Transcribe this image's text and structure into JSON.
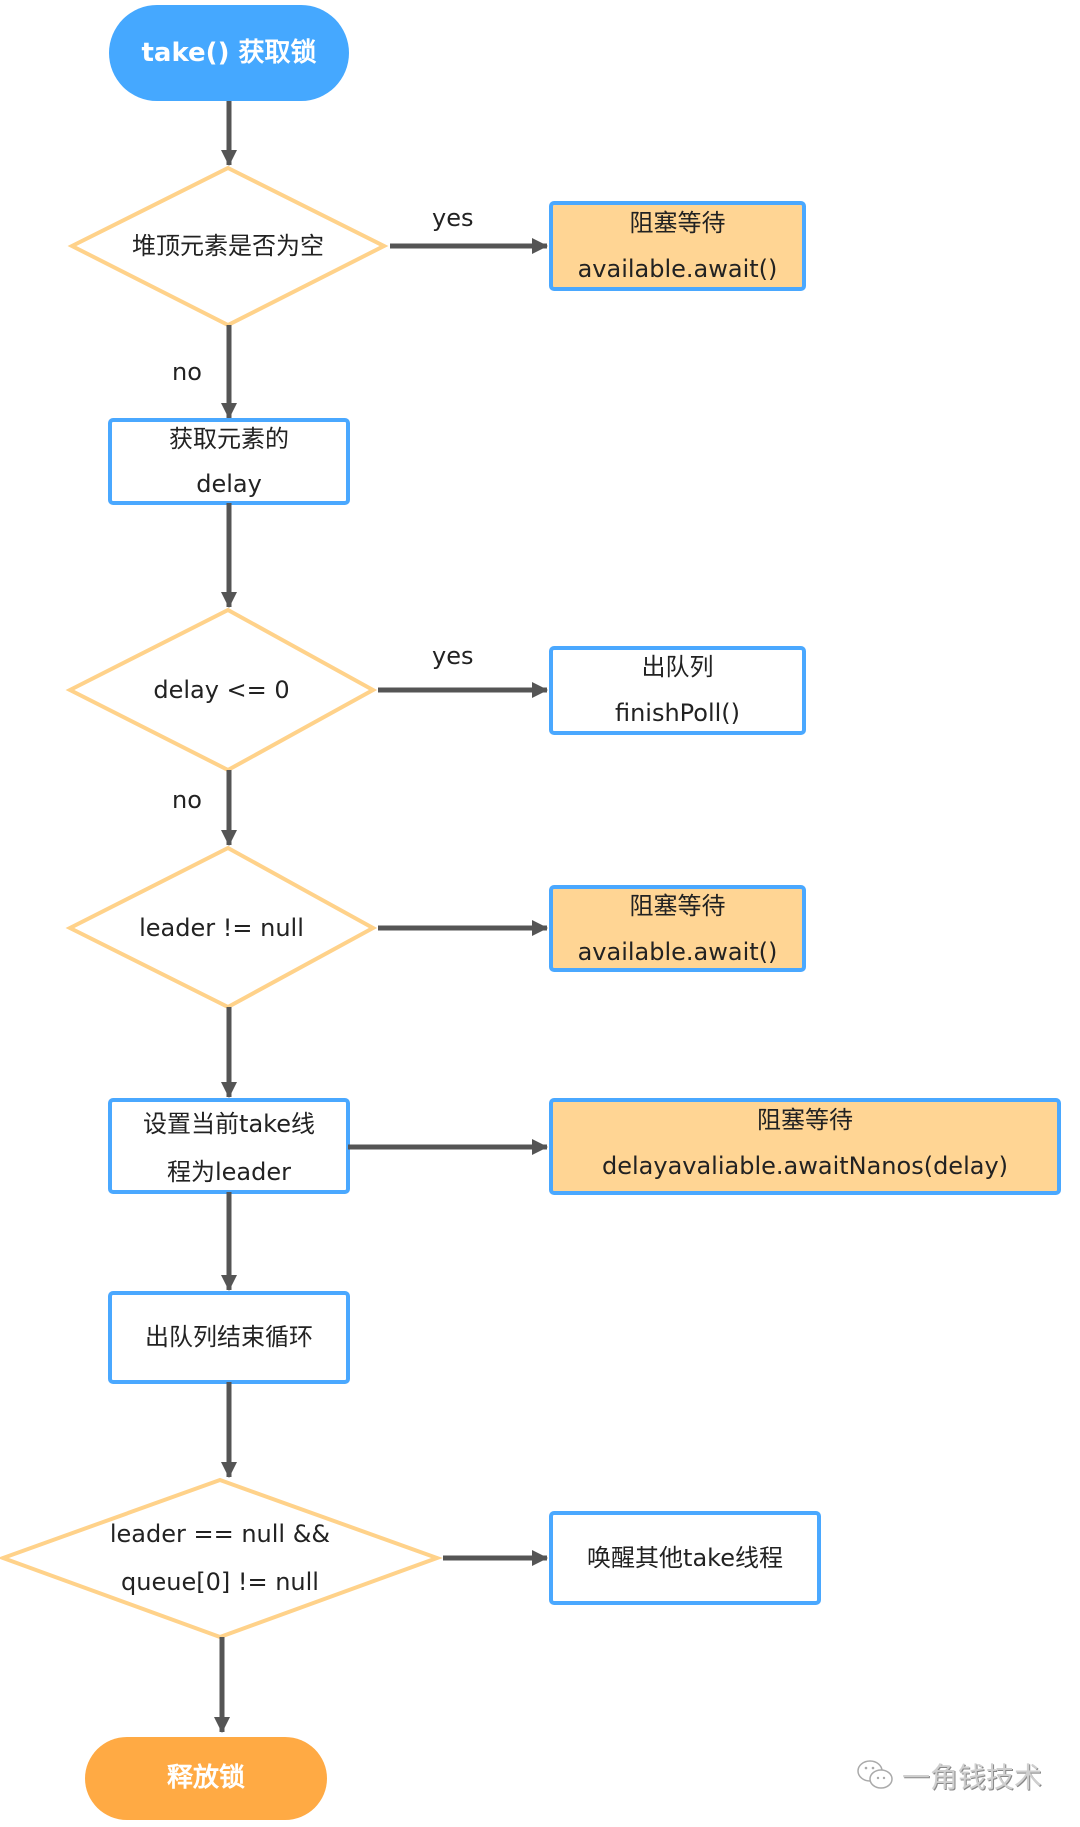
{
  "colors": {
    "start_fill": "#45A8FF",
    "end_fill": "#FFAA44",
    "decision_stroke": "#FFD28A",
    "process_stroke": "#4AA8FF",
    "highlight_fill": "#FFD594",
    "arrow": "#555555"
  },
  "nodes": {
    "start": "take() 获取锁",
    "d1": "堆顶元素是否为空",
    "wait1_title": "阻塞等待",
    "wait1_call": "available.await()",
    "get_delay_1": "获取元素的",
    "get_delay_2": "delay",
    "d2": "delay <= 0",
    "poll_title": "出队列",
    "poll_call": "finishPoll()",
    "d3": "leader != null",
    "wait2_title": "阻塞等待",
    "wait2_call": "available.await()",
    "set_leader_1": "设置当前take线",
    "set_leader_2": "程为leader",
    "wait3_title": "阻塞等待",
    "wait3_call": "delayavaliable.awaitNanos(delay)",
    "dequeue_end": "出队列结束循环",
    "d4_line1": "leader == null &&",
    "d4_line2": "queue[0] != null",
    "wake_others": "唤醒其他take线程",
    "end": "释放锁"
  },
  "edge_labels": {
    "d1_yes": "yes",
    "d1_no": "no",
    "d2_yes": "yes",
    "d2_no": "no"
  },
  "watermark": {
    "icon": "wechat-icon",
    "text": "一角钱技术"
  }
}
